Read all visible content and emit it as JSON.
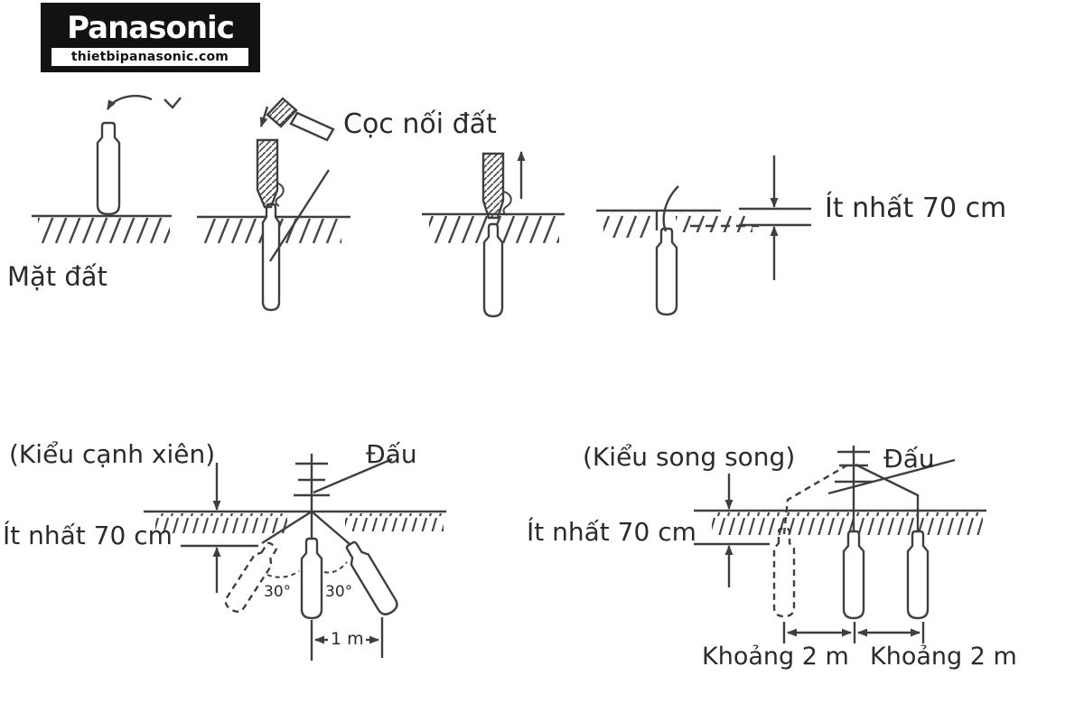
{
  "logo": {
    "brand": "Panasonic",
    "site": "thietbipanasonic.com"
  },
  "colors": {
    "ink": "#3f3f3f",
    "text": "#2b2b2b",
    "logo_bg": "#121212",
    "background": "#ffffff"
  },
  "top_row": {
    "stake_label": "Cọc nối đất",
    "ground_label": "Mặt đất",
    "depth_label": "Ít nhất 70 cm"
  },
  "bottom_left": {
    "title": "(Kiểu cạnh xiên)",
    "connect_label": "Đấu",
    "depth_label": "Ít nhất 70 cm",
    "angle_left": "30°",
    "angle_right": "30°",
    "spacing_label": "1 m"
  },
  "bottom_right": {
    "title": "(Kiểu song song)",
    "connect_label": "Đấu",
    "depth_label": "Ít nhất 70 cm",
    "spacing_left": "Khoảng 2 m",
    "spacing_right": "Khoảng 2 m"
  }
}
